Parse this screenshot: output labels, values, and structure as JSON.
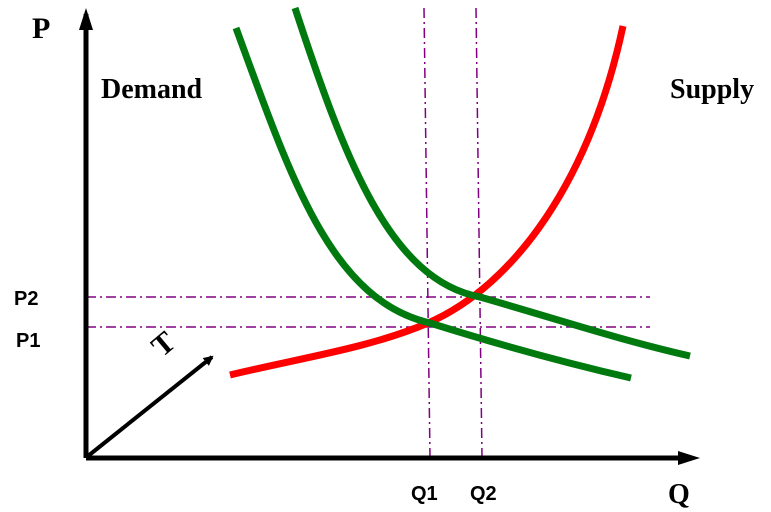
{
  "axes": {
    "y_label": "P",
    "x_label": "Q"
  },
  "curves": {
    "demand_label": "Demand",
    "supply_label": "Supply"
  },
  "price_levels": {
    "p1": "P1",
    "p2": "P2"
  },
  "quantity_levels": {
    "q1": "Q1",
    "q2": "Q2"
  },
  "shift": {
    "label": "T"
  },
  "colors": {
    "axis": "#000000",
    "supply": "#ff0000",
    "demand": "#007a0f",
    "guide": "#800080"
  }
}
